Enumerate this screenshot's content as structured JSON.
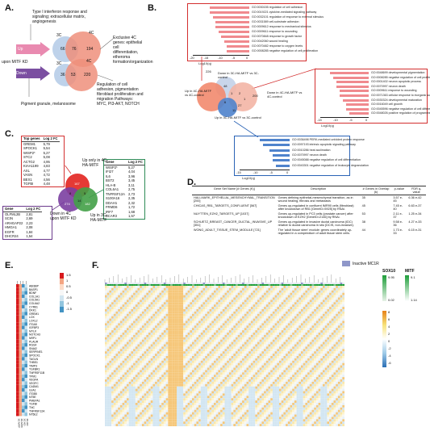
{
  "panels": {
    "a": "A.",
    "b": "B.",
    "c": "C.",
    "d": "D.",
    "e": "E.",
    "f": "F."
  },
  "panelA": {
    "top_note": "Type I interferon response and signaling; extracellular matrix, angiogenesis",
    "top_3c": "3C",
    "top_4c": "4C",
    "top_n1": "66",
    "top_n2": "76",
    "top_n3": "194",
    "bot_3c": "3C",
    "bot_4c": "4C",
    "bot_n1": "36",
    "bot_n2": "53",
    "bot_n3": "220",
    "mitf_label": "upon MITF KD",
    "up": "Up",
    "down": "Down",
    "right_note1": "Exclusive 4C genes: epithelial cell differentiation, etheroma formation/organization",
    "right_note2": "Regulation of cell adhesion, pigmentation fibroblast proliferation and migration Pathways: MYC, PI3-AKT, NOTCH",
    "bottom_note": "Pigment granule, melanosome"
  },
  "panelB": {
    "top_terms": [
      "GO:0030155 regulation of cell adhesion",
      "GO:0019221 cytokine-mediated signaling pathway",
      "GO:0032101 regulation of response to external stimulus",
      "GO:0031589 cell-substrate adhesion",
      "GO:0009612 response to mechanical stimulus",
      "GO:0009611 response to wounding",
      "GO:0070848 response to growth factor",
      "GO:0042060 wound healing",
      "GO:0070482 response to oxygen levels",
      "GO:0008285 negative regulation of cell proliferation"
    ],
    "top_values": [
      14,
      14,
      13,
      12,
      12,
      11,
      10,
      9,
      8,
      8
    ],
    "top_axis": [
      "-20",
      "-15",
      "-10",
      "-5",
      "0"
    ],
    "axis_title": "Log10(q)",
    "right_terms": [
      "GO:0048699 developmental pigmentation",
      "GO:0008285 negative regulation of cell proliferation",
      "GO:0001402 neuron apoptotic process",
      "GO:0070997 neuron death",
      "GO:0009611 response to wounding",
      "GO:0071363 cellular response to inorganic substance",
      "GO:0030324 developmental maturation",
      "GO:0016049 cell growth",
      "GO:0045596 negative regulation of cell differentiation",
      "GO:0048026 positive regulation of programmed cell death"
    ],
    "right_values": [
      12,
      11,
      10,
      10,
      9,
      9,
      8,
      7,
      7,
      6
    ],
    "right_axis": [
      "-15",
      "-10",
      "-5",
      "0"
    ],
    "bottom_terms": [
      "GO:0036498 PERK-mediated unfolded protein response",
      "GO:0097193 intrinsic apoptotic signaling pathway",
      "GO:0010286 heat acclimation",
      "GO:0070997 neuron death",
      "GO:0045088 negative regulation of cell differentiation",
      "GO:0043301 negative regulation of leukocyte degranulation"
    ],
    "bottom_values": [
      9,
      8,
      6,
      5,
      5,
      4
    ],
    "bottom_axis": [
      "-15",
      "-10",
      "-5",
      "0"
    ],
    "venn_up_3c": "Down in 3C-HA-MITF vs 3C-control",
    "venn_up_4c": "Up in 4C-HA-MITF vs 4C-control",
    "venn_down_4c": "Down in 4C-HA-MITF vs 4C-control",
    "venn_up_3c_b": "Up in 3C-HA-MITF vs 3C-control",
    "n226": "226",
    "n200": "200",
    "n48": "48",
    "n1": "1",
    "n2": "2",
    "n6": "6",
    "n27": "27",
    "n11": "11",
    "n1b": "1"
  },
  "panelC": {
    "top_header": [
      "Top genes",
      "Log 2 FC"
    ],
    "top_rows": [
      [
        "GREM1",
        "5,79"
      ],
      [
        "SPOCK1",
        "5,54"
      ],
      [
        "WISP2*",
        "5,27"
      ],
      [
        "STC2",
        "5,08"
      ],
      [
        "ACTG2",
        "4,95"
      ],
      [
        "KIAA1199",
        "4,83"
      ],
      [
        "AXL",
        "4,77"
      ],
      [
        "VASN",
        "4,72"
      ],
      [
        "BEX1",
        "4,56"
      ],
      [
        "TGFBI",
        "4,48"
      ]
    ],
    "left_header": [
      "Gene",
      "Log 2 FC"
    ],
    "left_rows": [
      [
        "OLFML2B",
        "2,81"
      ],
      [
        "SCIN",
        "2,69"
      ],
      [
        "ARHGAP22",
        "2,23"
      ],
      [
        "HMGA1",
        "2,08"
      ],
      [
        "EGFR",
        "1,84"
      ],
      [
        "DHCR24",
        "1,54"
      ]
    ],
    "right_header": [
      "Gene",
      "Log 2 FC"
    ],
    "right_rows": [
      [
        "WISP2*",
        "5,27"
      ],
      [
        "IFI27",
        "4,04"
      ],
      [
        "IL6",
        "3,96"
      ],
      [
        "BST2",
        "3,45"
      ],
      [
        "HLA-B",
        "3,11"
      ],
      [
        "COL6A1",
        "2,75"
      ],
      [
        "TNFRSF12A",
        "2,73"
      ],
      [
        "S100A16",
        "2,35"
      ],
      [
        "DDAH1",
        "2,32"
      ],
      [
        "FRMD6",
        "1,72"
      ],
      [
        "IRF7",
        "1,68"
      ],
      [
        "BCAR3",
        "1,57"
      ]
    ],
    "up_label": "Up only in 4C-HA-MITF",
    "down_label": "Down in 4C upon MITF KD",
    "up_3c_label": "Up in 3C-HA-MITF",
    "n167": "167",
    "n274": "274",
    "n182": "182",
    "n8": "8",
    "n5": "5",
    "n14": "14"
  },
  "panelD": {
    "headers": [
      "Gene Set Name [# Genes (K)]",
      "Description",
      "# Genes in Overlap (k)",
      "p-value",
      "FDR q-value"
    ],
    "rows": [
      [
        "HALLMARK_EPITHELIAL_MESENCHYMAL_TRANSITION [200]",
        "Genes defining epithelial-mesenchymal transition, as in wound healing, fibrosis and metastasis",
        "35",
        "3.57 e-45",
        "6.36 e-42"
      ],
      [
        "CHICAS_RB1_TARGETS_CONFLUENT [567]",
        "Genes up-regulated in confluent IMR90 cells (fibroblast) after knockdown of RB1 [GeneID=5925] by RNAi.",
        "45",
        "7.45 e-40",
        "6.63 e-37"
      ],
      [
        "NUYTTEN_EZH2_TARGETS_UP [1037]",
        "Genes up-regulated in PC3 cells (prostate cancer) after knockdown of EZH2 [GeneID=2146] by RNAi.",
        "53",
        "2.11 e-37",
        "1.25 e-34"
      ],
      [
        "SCHUETZ_BREAST_CANCER_DUCTAL_INVASIVE_UP [351]",
        "Genes up-regulated in invasive ductal carcinoma (IDC) relative to ductal carcinoma in situ (DCIS, non-invasive).",
        "38",
        "9.58 e-36",
        "4.27 e-33"
      ],
      [
        "WONG_ADULT_TISSUE_STEM_MODULE [721]",
        "The 'adult tissue stem' module: genes coordinately up-regulated in a compendium of adult tissue stem cells.",
        "44",
        "1.73 e-33",
        "6.15 e-31"
      ]
    ]
  },
  "panelE": {
    "genes": [
      "ABI3BP",
      "BASP1",
      "BDNF",
      "COL1A1",
      "COL5A1",
      "COL6A2",
      "CYR61",
      "DKK1",
      "GREM1",
      "LOX",
      "LOXL2",
      "ITGA5",
      "IGFBP3",
      "MYLK",
      "NOTCH3",
      "NRP1",
      "PLAUR",
      "RGS4",
      "SNAI2",
      "SERPINE1",
      "SPOCK1",
      "TAGLN",
      "THBS1",
      "TIMP3",
      "TGFBR1",
      "TNFRSF11B",
      "TPM1",
      "VEGFA",
      "VEGFC",
      "CADM1",
      "GJA1",
      "ITGB5",
      "NT5E",
      "PMEPA1",
      "TGFBI",
      "TNC",
      "TNFRSF12A",
      "NT5E2"
    ],
    "scale": [
      "1.5",
      "1",
      "0.5",
      "0",
      "-0.5",
      "-1",
      "-1.5"
    ],
    "col_labels": [
      "3C-MITF",
      "4C-MITF",
      "3C-KD",
      "4C-KD"
    ]
  },
  "panelF": {
    "legend_title": "Inactive MC1R",
    "sox10": "SOX10",
    "mitf": "MITF",
    "sox10_hi": "9.95",
    "sox10_lo": "0.02",
    "mitf_hi": "9.1",
    "mitf_lo": "1.14",
    "scale": [
      "8",
      "6",
      "4",
      "2",
      "0",
      "-2",
      "-4",
      "-6"
    ]
  },
  "colors": {
    "red": "#d32f2f",
    "blue": "#2a63b5",
    "purple": "#6c3a8c",
    "green": "#2e8b57",
    "pink": "#f08a8e",
    "lightblue": "#8fb4e6"
  }
}
